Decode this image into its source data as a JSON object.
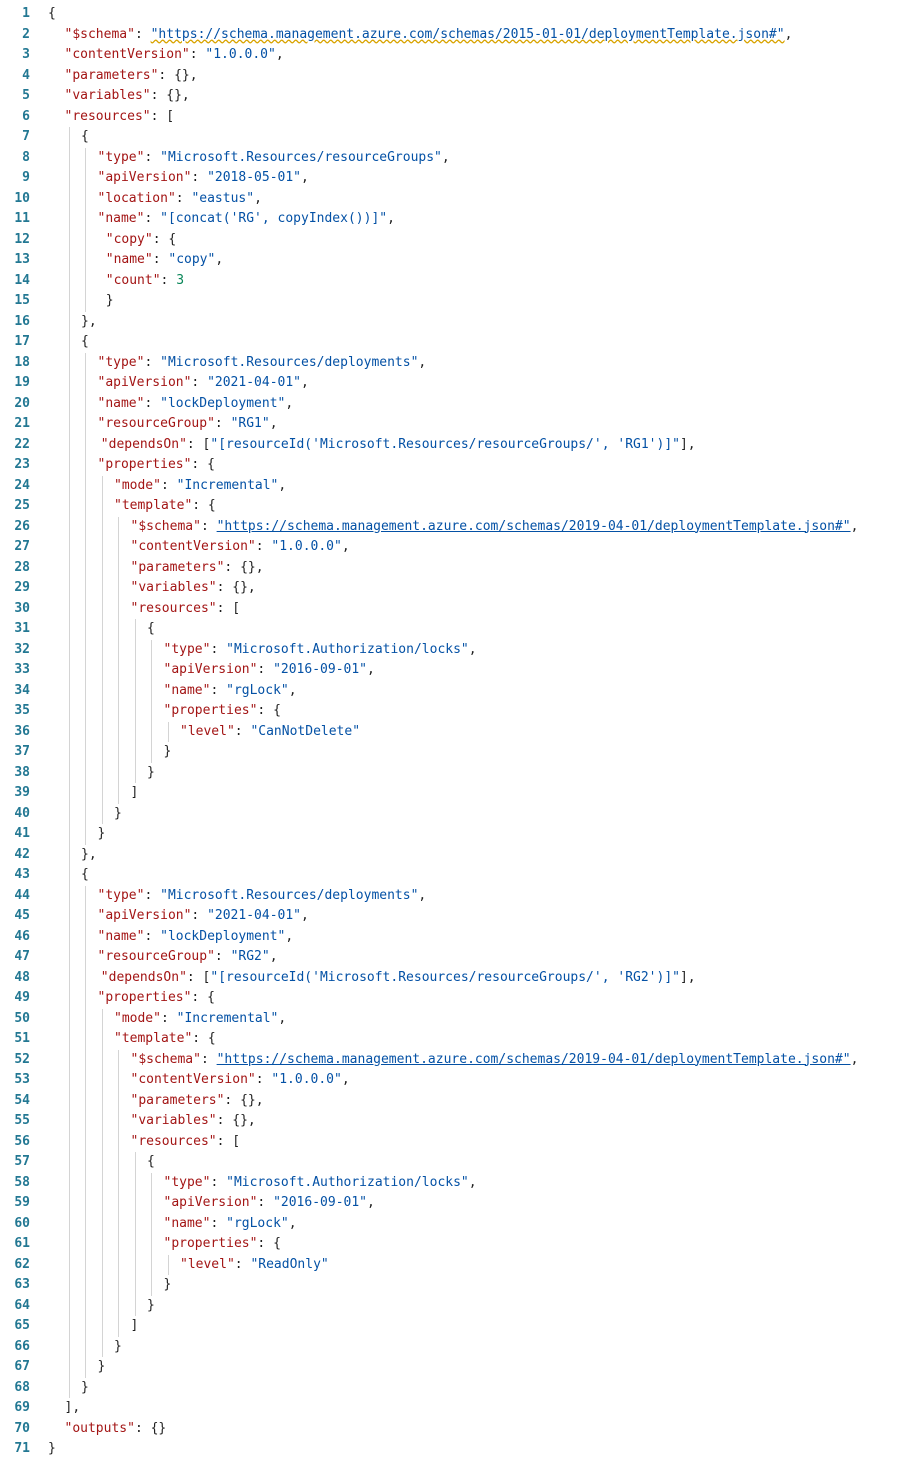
{
  "theme": {
    "key_color": "#a31515",
    "string_color": "#0451a5",
    "number_color": "#098658",
    "line_number_color": "#237893",
    "background": "#ffffff"
  },
  "lines": [
    {
      "n": "1",
      "i": 0,
      "t": [
        [
          "p",
          "{"
        ]
      ]
    },
    {
      "n": "2",
      "i": 1,
      "t": [
        [
          "k",
          "\"$schema\""
        ],
        [
          "p",
          ": "
        ],
        [
          "u",
          "\"https://schema.management.azure.com/schemas/2015-01-01/deploymentTemplate.json#\""
        ],
        [
          "p",
          ","
        ]
      ]
    },
    {
      "n": "3",
      "i": 1,
      "t": [
        [
          "k",
          "\"contentVersion\""
        ],
        [
          "p",
          ": "
        ],
        [
          "s",
          "\"1.0.0.0\""
        ],
        [
          "p",
          ","
        ]
      ]
    },
    {
      "n": "4",
      "i": 1,
      "t": [
        [
          "k",
          "\"parameters\""
        ],
        [
          "p",
          ": {},"
        ]
      ]
    },
    {
      "n": "5",
      "i": 1,
      "t": [
        [
          "k",
          "\"variables\""
        ],
        [
          "p",
          ": {},"
        ]
      ]
    },
    {
      "n": "6",
      "i": 1,
      "t": [
        [
          "k",
          "\"resources\""
        ],
        [
          "p",
          ": ["
        ]
      ]
    },
    {
      "n": "7",
      "i": 2,
      "t": [
        [
          "p",
          "{"
        ]
      ]
    },
    {
      "n": "8",
      "i": 3,
      "t": [
        [
          "k",
          "\"type\""
        ],
        [
          "p",
          ": "
        ],
        [
          "s",
          "\"Microsoft.Resources/resourceGroups\""
        ],
        [
          "p",
          ","
        ]
      ]
    },
    {
      "n": "9",
      "i": 3,
      "t": [
        [
          "k",
          "\"apiVersion\""
        ],
        [
          "p",
          ": "
        ],
        [
          "s",
          "\"2018-05-01\""
        ],
        [
          "p",
          ","
        ]
      ]
    },
    {
      "n": "10",
      "i": 3,
      "t": [
        [
          "k",
          "\"location\""
        ],
        [
          "p",
          ": "
        ],
        [
          "s",
          "\"eastus\""
        ],
        [
          "p",
          ","
        ]
      ]
    },
    {
      "n": "11",
      "i": 3,
      "t": [
        [
          "k",
          "\"name\""
        ],
        [
          "p",
          ": "
        ],
        [
          "s",
          "\"[concat('RG', copyIndex())]\""
        ],
        [
          "p",
          ","
        ]
      ]
    },
    {
      "n": "12",
      "i": 3.5,
      "t": [
        [
          "k",
          "\"copy\""
        ],
        [
          "p",
          ": {"
        ]
      ]
    },
    {
      "n": "13",
      "i": 3.5,
      "t": [
        [
          "k",
          "\"name\""
        ],
        [
          "p",
          ": "
        ],
        [
          "s",
          "\"copy\""
        ],
        [
          "p",
          ","
        ]
      ]
    },
    {
      "n": "14",
      "i": 3.5,
      "t": [
        [
          "k",
          "\"count\""
        ],
        [
          "p",
          ": "
        ],
        [
          "n",
          "3"
        ]
      ]
    },
    {
      "n": "15",
      "i": 3.5,
      "t": [
        [
          "p",
          "}"
        ]
      ]
    },
    {
      "n": "16",
      "i": 2,
      "t": [
        [
          "p",
          "},"
        ]
      ]
    },
    {
      "n": "17",
      "i": 2,
      "t": [
        [
          "p",
          "{"
        ]
      ]
    },
    {
      "n": "18",
      "i": 3,
      "t": [
        [
          "k",
          "\"type\""
        ],
        [
          "p",
          ": "
        ],
        [
          "s",
          "\"Microsoft.Resources/deployments\""
        ],
        [
          "p",
          ","
        ]
      ]
    },
    {
      "n": "19",
      "i": 3,
      "t": [
        [
          "k",
          "\"apiVersion\""
        ],
        [
          "p",
          ": "
        ],
        [
          "s",
          "\"2021-04-01\""
        ],
        [
          "p",
          ","
        ]
      ]
    },
    {
      "n": "20",
      "i": 3,
      "t": [
        [
          "k",
          "\"name\""
        ],
        [
          "p",
          ": "
        ],
        [
          "s",
          "\"lockDeployment\""
        ],
        [
          "p",
          ","
        ]
      ]
    },
    {
      "n": "21",
      "i": 3,
      "t": [
        [
          "k",
          "\"resourceGroup\""
        ],
        [
          "p",
          ": "
        ],
        [
          "s",
          "\"RG1\""
        ],
        [
          "p",
          ","
        ]
      ]
    },
    {
      "n": "22",
      "i": 3.2,
      "t": [
        [
          "k",
          "\"dependsOn\""
        ],
        [
          "p",
          ": ["
        ],
        [
          "s",
          "\"[resourceId('Microsoft.Resources/resourceGroups/', 'RG1')]\""
        ],
        [
          "p",
          "],"
        ]
      ]
    },
    {
      "n": "23",
      "i": 3,
      "t": [
        [
          "k",
          "\"properties\""
        ],
        [
          "p",
          ": {"
        ]
      ]
    },
    {
      "n": "24",
      "i": 4,
      "t": [
        [
          "k",
          "\"mode\""
        ],
        [
          "p",
          ": "
        ],
        [
          "s",
          "\"Incremental\""
        ],
        [
          "p",
          ","
        ]
      ]
    },
    {
      "n": "25",
      "i": 4,
      "t": [
        [
          "k",
          "\"template\""
        ],
        [
          "p",
          ": {"
        ]
      ]
    },
    {
      "n": "26",
      "i": 5,
      "t": [
        [
          "k",
          "\"$schema\""
        ],
        [
          "p",
          ": "
        ],
        [
          "u",
          "\"https://schema.management.azure.com/schemas/2019-04-01/deploymentTemplate.json#\""
        ],
        [
          "p",
          ","
        ]
      ]
    },
    {
      "n": "27",
      "i": 5,
      "t": [
        [
          "k",
          "\"contentVersion\""
        ],
        [
          "p",
          ": "
        ],
        [
          "s",
          "\"1.0.0.0\""
        ],
        [
          "p",
          ","
        ]
      ]
    },
    {
      "n": "28",
      "i": 5,
      "t": [
        [
          "k",
          "\"parameters\""
        ],
        [
          "p",
          ": {},"
        ]
      ]
    },
    {
      "n": "29",
      "i": 5,
      "t": [
        [
          "k",
          "\"variables\""
        ],
        [
          "p",
          ": {},"
        ]
      ]
    },
    {
      "n": "30",
      "i": 5,
      "t": [
        [
          "k",
          "\"resources\""
        ],
        [
          "p",
          ": ["
        ]
      ]
    },
    {
      "n": "31",
      "i": 6,
      "t": [
        [
          "p",
          "{"
        ]
      ]
    },
    {
      "n": "32",
      "i": 7,
      "t": [
        [
          "k",
          "\"type\""
        ],
        [
          "p",
          ": "
        ],
        [
          "s",
          "\"Microsoft.Authorization/locks\""
        ],
        [
          "p",
          ","
        ]
      ]
    },
    {
      "n": "33",
      "i": 7,
      "t": [
        [
          "k",
          "\"apiVersion\""
        ],
        [
          "p",
          ": "
        ],
        [
          "s",
          "\"2016-09-01\""
        ],
        [
          "p",
          ","
        ]
      ]
    },
    {
      "n": "34",
      "i": 7,
      "t": [
        [
          "k",
          "\"name\""
        ],
        [
          "p",
          ": "
        ],
        [
          "s",
          "\"rgLock\""
        ],
        [
          "p",
          ","
        ]
      ]
    },
    {
      "n": "35",
      "i": 7,
      "t": [
        [
          "k",
          "\"properties\""
        ],
        [
          "p",
          ": {"
        ]
      ]
    },
    {
      "n": "36",
      "i": 8,
      "t": [
        [
          "k",
          "\"level\""
        ],
        [
          "p",
          ": "
        ],
        [
          "s",
          "\"CanNotDelete\""
        ]
      ]
    },
    {
      "n": "37",
      "i": 7,
      "t": [
        [
          "p",
          "}"
        ]
      ]
    },
    {
      "n": "38",
      "i": 6,
      "t": [
        [
          "p",
          "}"
        ]
      ]
    },
    {
      "n": "39",
      "i": 5,
      "t": [
        [
          "p",
          "]"
        ]
      ]
    },
    {
      "n": "40",
      "i": 4,
      "t": [
        [
          "p",
          "}"
        ]
      ]
    },
    {
      "n": "41",
      "i": 3,
      "t": [
        [
          "p",
          "}"
        ]
      ]
    },
    {
      "n": "42",
      "i": 2,
      "t": [
        [
          "p",
          "},"
        ]
      ]
    },
    {
      "n": "43",
      "i": 2,
      "t": [
        [
          "p",
          "{"
        ]
      ]
    },
    {
      "n": "44",
      "i": 3,
      "t": [
        [
          "k",
          "\"type\""
        ],
        [
          "p",
          ": "
        ],
        [
          "s",
          "\"Microsoft.Resources/deployments\""
        ],
        [
          "p",
          ","
        ]
      ]
    },
    {
      "n": "45",
      "i": 3,
      "t": [
        [
          "k",
          "\"apiVersion\""
        ],
        [
          "p",
          ": "
        ],
        [
          "s",
          "\"2021-04-01\""
        ],
        [
          "p",
          ","
        ]
      ]
    },
    {
      "n": "46",
      "i": 3,
      "t": [
        [
          "k",
          "\"name\""
        ],
        [
          "p",
          ": "
        ],
        [
          "s",
          "\"lockDeployment\""
        ],
        [
          "p",
          ","
        ]
      ]
    },
    {
      "n": "47",
      "i": 3,
      "t": [
        [
          "k",
          "\"resourceGroup\""
        ],
        [
          "p",
          ": "
        ],
        [
          "s",
          "\"RG2\""
        ],
        [
          "p",
          ","
        ]
      ]
    },
    {
      "n": "48",
      "i": 3.2,
      "t": [
        [
          "k",
          "\"dependsOn\""
        ],
        [
          "p",
          ": ["
        ],
        [
          "s",
          "\"[resourceId('Microsoft.Resources/resourceGroups/', 'RG2')]\""
        ],
        [
          "p",
          "],"
        ]
      ]
    },
    {
      "n": "49",
      "i": 3,
      "t": [
        [
          "k",
          "\"properties\""
        ],
        [
          "p",
          ": {"
        ]
      ]
    },
    {
      "n": "50",
      "i": 4,
      "t": [
        [
          "k",
          "\"mode\""
        ],
        [
          "p",
          ": "
        ],
        [
          "s",
          "\"Incremental\""
        ],
        [
          "p",
          ","
        ]
      ]
    },
    {
      "n": "51",
      "i": 4,
      "t": [
        [
          "k",
          "\"template\""
        ],
        [
          "p",
          ": {"
        ]
      ]
    },
    {
      "n": "52",
      "i": 5,
      "t": [
        [
          "k",
          "\"$schema\""
        ],
        [
          "p",
          ": "
        ],
        [
          "u",
          "\"https://schema.management.azure.com/schemas/2019-04-01/deploymentTemplate.json#\""
        ],
        [
          "p",
          ","
        ]
      ]
    },
    {
      "n": "53",
      "i": 5,
      "t": [
        [
          "k",
          "\"contentVersion\""
        ],
        [
          "p",
          ": "
        ],
        [
          "s",
          "\"1.0.0.0\""
        ],
        [
          "p",
          ","
        ]
      ]
    },
    {
      "n": "54",
      "i": 5,
      "t": [
        [
          "k",
          "\"parameters\""
        ],
        [
          "p",
          ": {},"
        ]
      ]
    },
    {
      "n": "55",
      "i": 5,
      "t": [
        [
          "k",
          "\"variables\""
        ],
        [
          "p",
          ": {},"
        ]
      ]
    },
    {
      "n": "56",
      "i": 5,
      "t": [
        [
          "k",
          "\"resources\""
        ],
        [
          "p",
          ": ["
        ]
      ]
    },
    {
      "n": "57",
      "i": 6,
      "t": [
        [
          "p",
          "{"
        ]
      ]
    },
    {
      "n": "58",
      "i": 7,
      "t": [
        [
          "k",
          "\"type\""
        ],
        [
          "p",
          ": "
        ],
        [
          "s",
          "\"Microsoft.Authorization/locks\""
        ],
        [
          "p",
          ","
        ]
      ]
    },
    {
      "n": "59",
      "i": 7,
      "t": [
        [
          "k",
          "\"apiVersion\""
        ],
        [
          "p",
          ": "
        ],
        [
          "s",
          "\"2016-09-01\""
        ],
        [
          "p",
          ","
        ]
      ]
    },
    {
      "n": "60",
      "i": 7,
      "t": [
        [
          "k",
          "\"name\""
        ],
        [
          "p",
          ": "
        ],
        [
          "s",
          "\"rgLock\""
        ],
        [
          "p",
          ","
        ]
      ]
    },
    {
      "n": "61",
      "i": 7,
      "t": [
        [
          "k",
          "\"properties\""
        ],
        [
          "p",
          ": {"
        ]
      ]
    },
    {
      "n": "62",
      "i": 8,
      "t": [
        [
          "k",
          "\"level\""
        ],
        [
          "p",
          ": "
        ],
        [
          "s",
          "\"ReadOnly\""
        ]
      ]
    },
    {
      "n": "63",
      "i": 7,
      "t": [
        [
          "p",
          "}"
        ]
      ]
    },
    {
      "n": "64",
      "i": 6,
      "t": [
        [
          "p",
          "}"
        ]
      ]
    },
    {
      "n": "65",
      "i": 5,
      "t": [
        [
          "p",
          "]"
        ]
      ]
    },
    {
      "n": "66",
      "i": 4,
      "t": [
        [
          "p",
          "}"
        ]
      ]
    },
    {
      "n": "67",
      "i": 3,
      "t": [
        [
          "p",
          "}"
        ]
      ]
    },
    {
      "n": "68",
      "i": 2,
      "t": [
        [
          "p",
          "}"
        ]
      ]
    },
    {
      "n": "69",
      "i": 1,
      "t": [
        [
          "p",
          "],"
        ]
      ]
    },
    {
      "n": "70",
      "i": 1,
      "t": [
        [
          "k",
          "\"outputs\""
        ],
        [
          "p",
          ": {}"
        ]
      ]
    },
    {
      "n": "71",
      "i": 0,
      "t": [
        [
          "p",
          "}"
        ]
      ]
    }
  ]
}
